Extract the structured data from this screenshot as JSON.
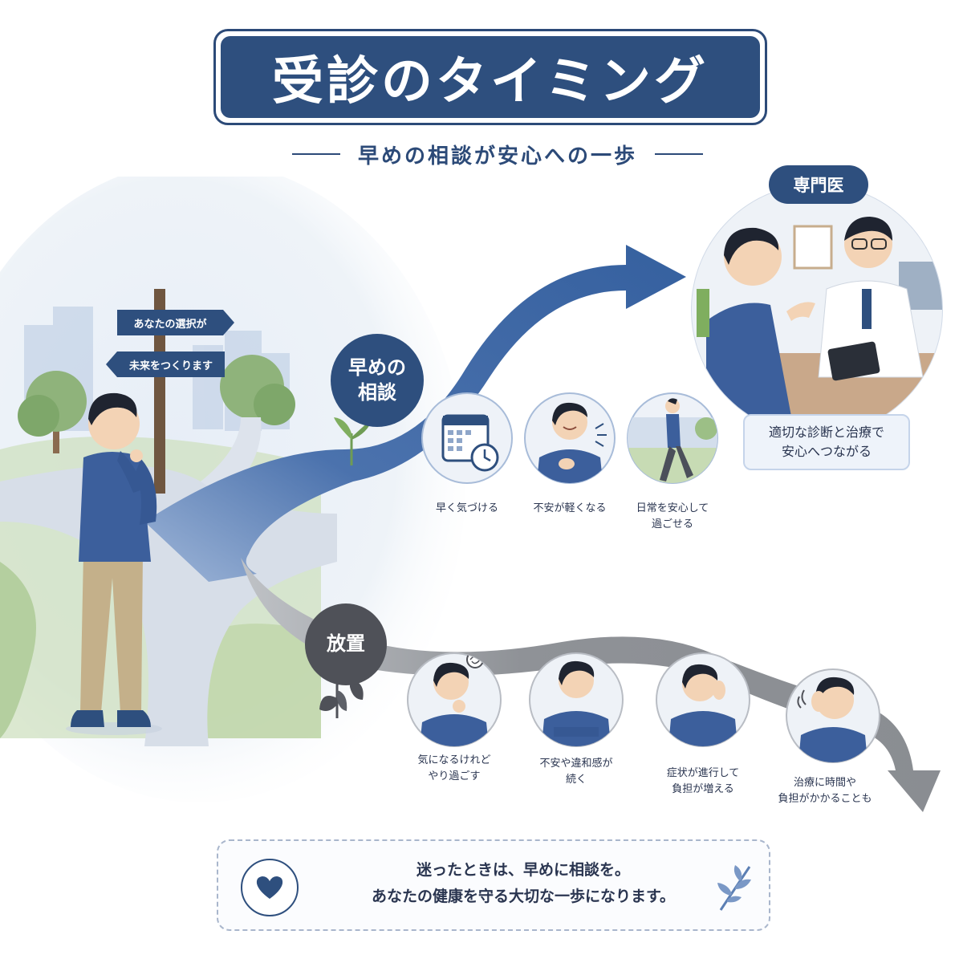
{
  "header": {
    "title": "受診のタイミング",
    "subtitle": "早めの相談が安心への一歩"
  },
  "signpost": {
    "sign_top": "あなたの選択が",
    "sign_bottom": "未来をつくります"
  },
  "early_path": {
    "label_line1": "早めの",
    "label_line2": "相談",
    "steps": [
      {
        "caption_line1": "早く気づける",
        "caption_line2": "",
        "icon": "calendar-clock-icon"
      },
      {
        "caption_line1": "不安が軽くなる",
        "caption_line2": "",
        "icon": "relieved-person-icon"
      },
      {
        "caption_line1": "日常を安心して",
        "caption_line2": "過ごせる",
        "icon": "walking-person-icon"
      }
    ],
    "destination": {
      "badge": "専門医",
      "result_line1": "適切な診断と治療で",
      "result_line2": "安心へつながる"
    }
  },
  "neglect_path": {
    "label": "放置",
    "steps": [
      {
        "caption_line1": "気になるけれど",
        "caption_line2": "やり過ごす"
      },
      {
        "caption_line1": "不安や違和感が",
        "caption_line2": "続く"
      },
      {
        "caption_line1": "症状が進行して",
        "caption_line2": "負担が増える"
      },
      {
        "caption_line1": "治療に時間や",
        "caption_line2": "負担がかかることも"
      }
    ]
  },
  "message": {
    "line1": "迷ったときは、早めに相談を。",
    "line2": "あなたの健康を守る大切な一歩になります。"
  },
  "colors": {
    "primary": "#2e4f7e",
    "path_blue": "#4168a6",
    "path_gray": "#8f9297",
    "label_gray": "#4f5158",
    "shirt": "#3c5f9c",
    "pants": "#c4b08a"
  }
}
